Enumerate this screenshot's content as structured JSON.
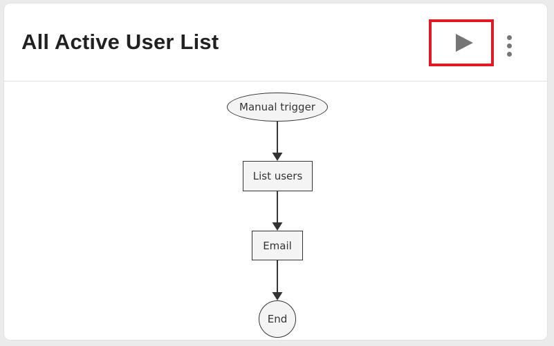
{
  "card": {
    "title": "All Active User List"
  },
  "toolbar": {
    "run_icon": "play-icon",
    "menu_icon": "kebab-menu-icon"
  },
  "annotation": {
    "type": "highlight-box",
    "color": "#e01b24",
    "target": "run-button"
  },
  "flowchart": {
    "nodes": [
      {
        "id": "trigger",
        "label": "Manual trigger",
        "shape": "ellipse"
      },
      {
        "id": "list_users",
        "label": "List users",
        "shape": "rect"
      },
      {
        "id": "email",
        "label": "Email",
        "shape": "rect"
      },
      {
        "id": "end",
        "label": "End",
        "shape": "circle"
      }
    ],
    "edges": [
      {
        "from": "trigger",
        "to": "list_users"
      },
      {
        "from": "list_users",
        "to": "email"
      },
      {
        "from": "email",
        "to": "end"
      }
    ]
  },
  "colors": {
    "annotation_red": "#e01b24",
    "icon_gray": "#757575",
    "node_fill": "#f4f4f4",
    "node_stroke": "#333333",
    "title_text": "#212121",
    "page_background": "#ebebeb"
  }
}
